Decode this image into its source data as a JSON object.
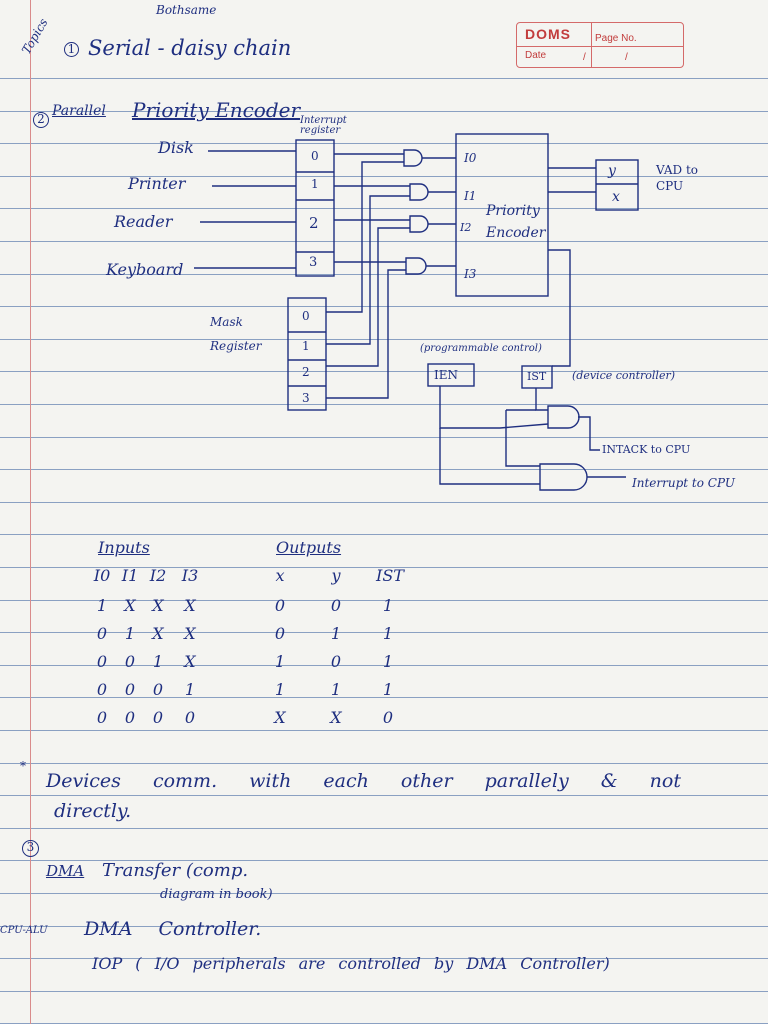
{
  "header": {
    "brand": "DOMS",
    "page_no_label": "Page No.",
    "date_label": "Date",
    "date_slash_1": "/",
    "date_slash_2": "/"
  },
  "notes": {
    "both_same": "Bothsame",
    "topics": "Topics",
    "item1_num": "1",
    "item1": "Serial - daisy chain",
    "item2_num": "2",
    "item2_prefix": "Parallel",
    "item2": "Priority Encoder",
    "devices_note_marker": "*",
    "devices_note_line1": "Devices comm. with each other parallely & not",
    "devices_note_line2": "directly.",
    "item3_num": "3",
    "item3_a": "DMA",
    "item3_b": "Transfer (comp.",
    "item3_c": "diagram in book)",
    "cpu_alu": "CPU-ALU",
    "dma_controller": "DMA Controller.",
    "iop_line": "IOP ( I/O peripherals are controlled by DMA Controller)"
  },
  "diagram": {
    "interrupt_register_label": "Interrupt register",
    "devices": [
      "Disk",
      "Printer",
      "Reader",
      "Keyboard"
    ],
    "int_reg_cells": [
      "0",
      "1",
      "2",
      "3"
    ],
    "mask_register_label": "Mask Register",
    "mask_reg_cells": [
      "0",
      "1",
      "2",
      "3"
    ],
    "encoder_inputs": [
      "I0",
      "I1",
      "I2",
      "I3"
    ],
    "encoder_label": "Priority Encoder",
    "vad_cells": [
      "y",
      "x"
    ],
    "vad_label": "VAD to CPU",
    "programmable_control": "(programmable control)",
    "ien": "IEN",
    "ist": "IST",
    "device_controller": "(device controller)",
    "intack": "INTACK to CPU",
    "interrupt_to_cpu": "Interrupt to CPU"
  },
  "truth_table": {
    "inputs_heading": "Inputs",
    "outputs_heading": "Outputs",
    "columns": [
      "I0",
      "I1",
      "I2",
      "I3",
      "x",
      "y",
      "IST"
    ],
    "rows": [
      [
        "1",
        "X",
        "X",
        "X",
        "0",
        "0",
        "1"
      ],
      [
        "0",
        "1",
        "X",
        "X",
        "0",
        "1",
        "1"
      ],
      [
        "0",
        "0",
        "1",
        "X",
        "1",
        "0",
        "1"
      ],
      [
        "0",
        "0",
        "0",
        "1",
        "1",
        "1",
        "1"
      ],
      [
        "0",
        "0",
        "0",
        "0",
        "X",
        "X",
        "0"
      ]
    ]
  }
}
